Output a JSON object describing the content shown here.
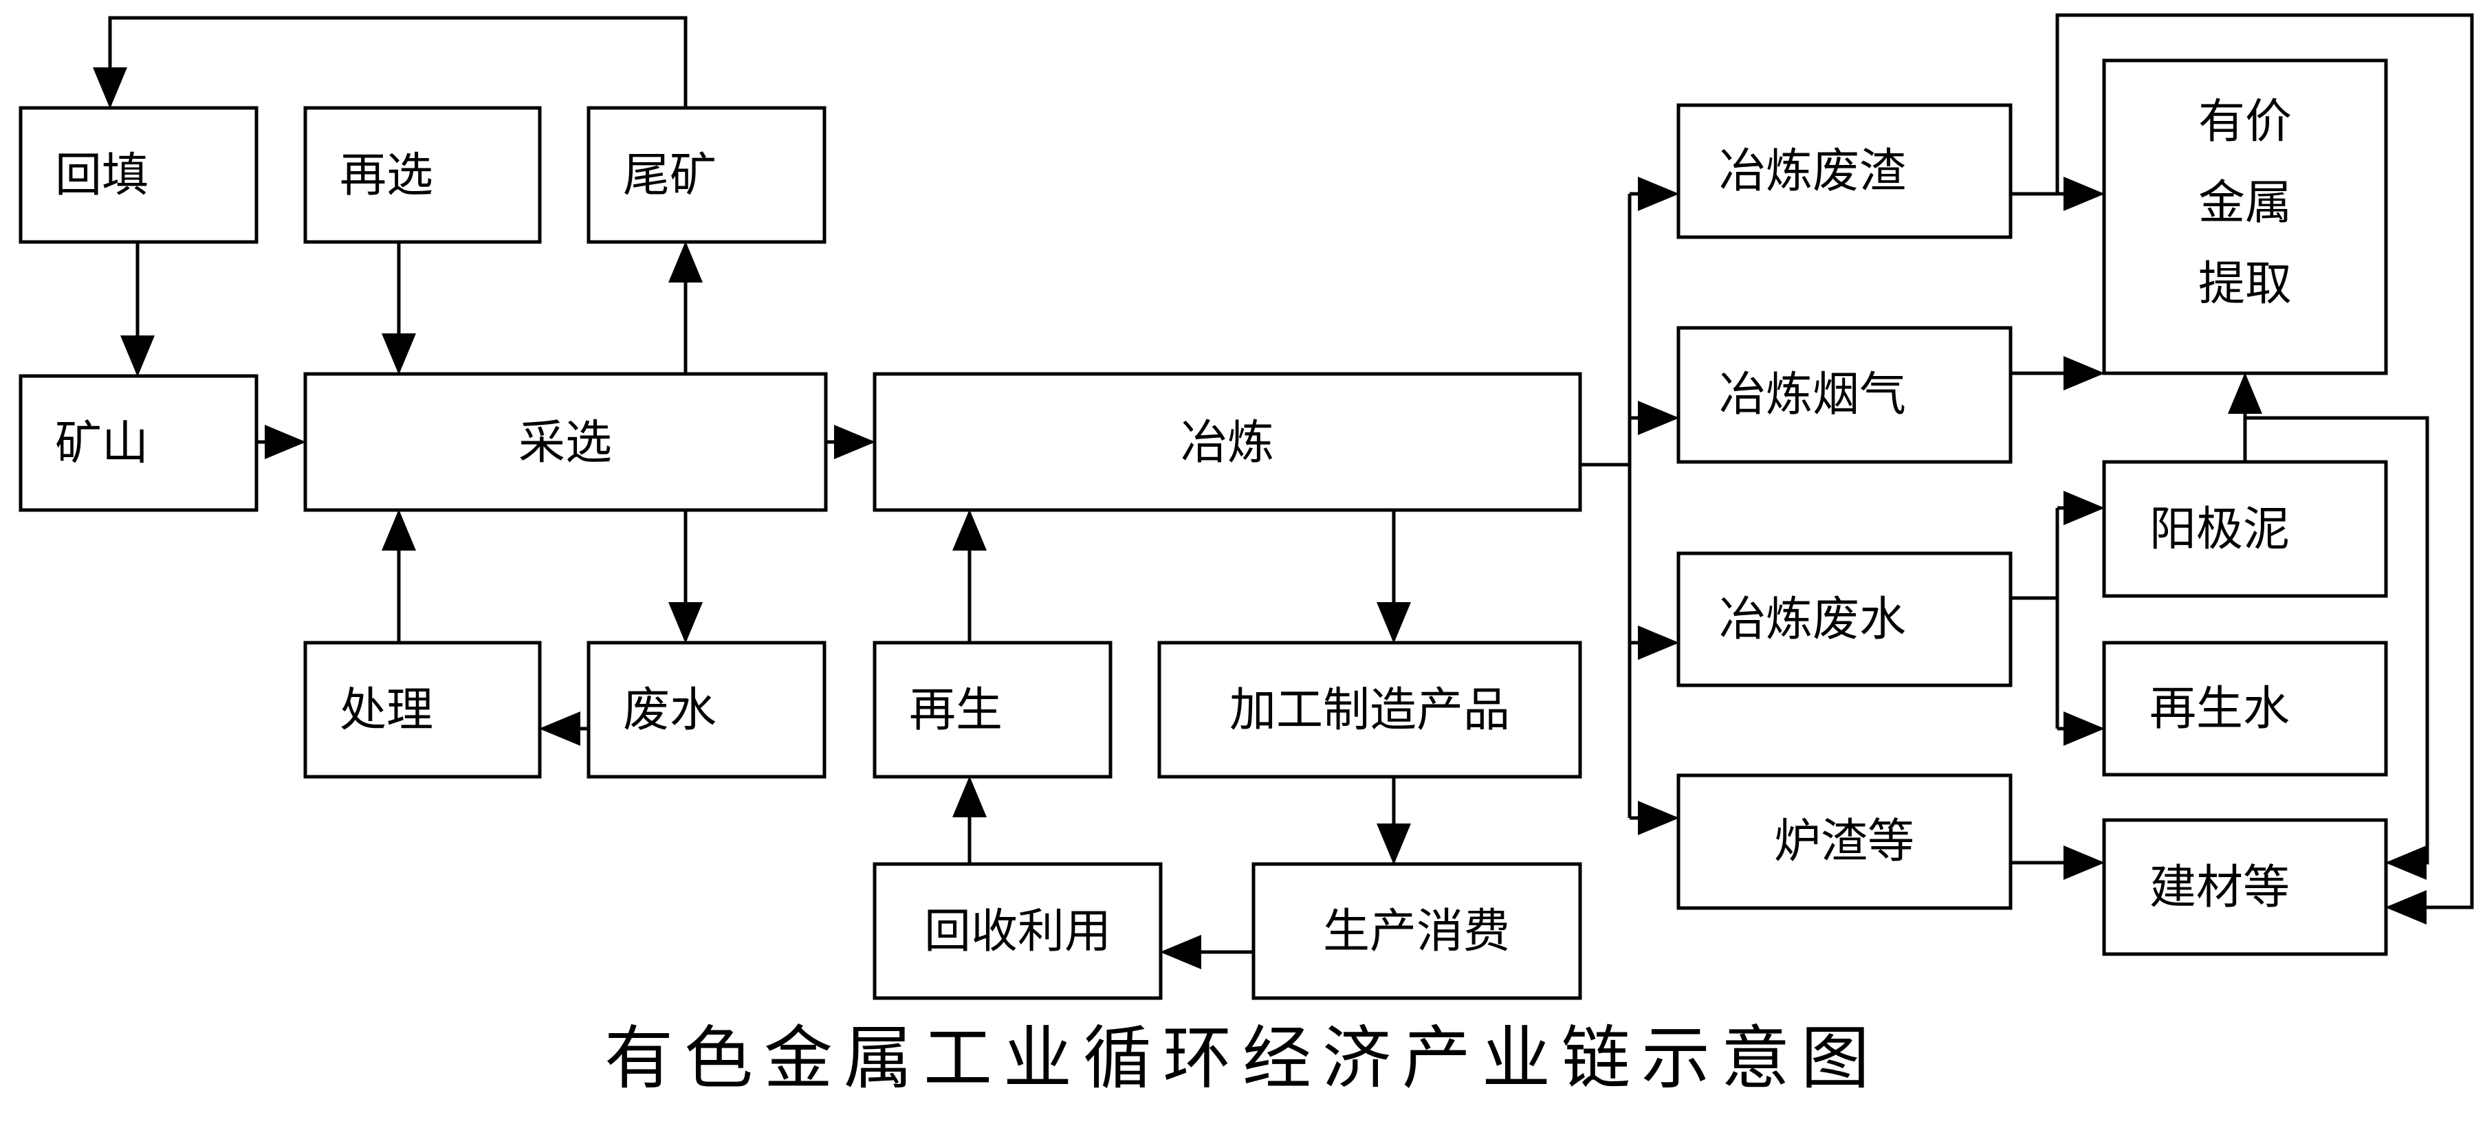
{
  "nodes": {
    "backfill": "回填",
    "reselect": "再选",
    "tailings": "尾矿",
    "mine": "矿山",
    "mining": "采选",
    "smelting": "冶炼",
    "treatment": "处理",
    "wastewater": "废水",
    "regeneration": "再生",
    "processing": "加工制造产品",
    "recycling": "回收利用",
    "consumption": "生产消费",
    "slag": "冶炼废渣",
    "flue_gas": "冶炼烟气",
    "smelt_water": "冶炼废水",
    "furnace_slag": "炉渣等",
    "metal_line1": "有价",
    "metal_line2": "金属",
    "metal_line3": "提取",
    "anode_mud": "阳极泥",
    "reclaimed_water": "再生水",
    "building": "建材等"
  },
  "caption": "有色金属工业循环经济产业链示意图"
}
